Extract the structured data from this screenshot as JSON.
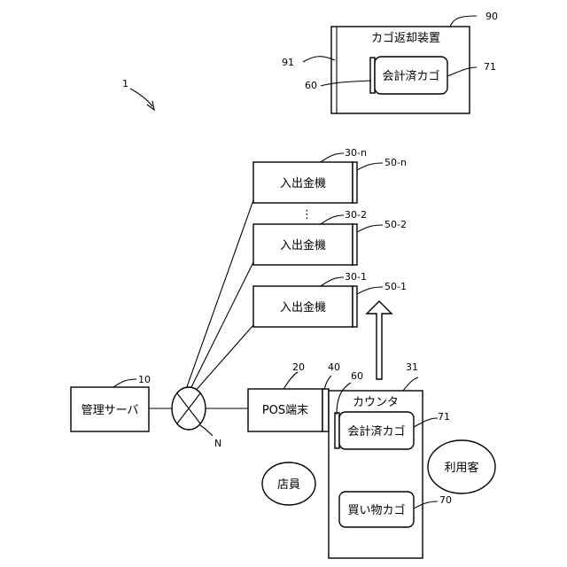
{
  "figure_number": "1",
  "return_device": {
    "ref": "90",
    "title": "カゴ返却装置",
    "side_ref": "91",
    "tag_ref": "60",
    "basket_label": "会計済カゴ",
    "basket_ref": "71"
  },
  "machines": [
    {
      "label": "入出金機",
      "ref": "30-n",
      "unit_ref": "50-n"
    },
    {
      "label": "入出金機",
      "ref": "30-2",
      "unit_ref": "50-2"
    },
    {
      "label": "入出金機",
      "ref": "30-1",
      "unit_ref": "50-1"
    }
  ],
  "ellipsis": "⋮",
  "server": {
    "label": "管理サーバ",
    "ref": "10"
  },
  "network": {
    "ref": "N"
  },
  "pos": {
    "label": "POS端末",
    "ref": "20"
  },
  "connector_ref": "40",
  "counter": {
    "title": "カウンタ",
    "ref": "31",
    "tag_ref": "60",
    "paid_basket": "会計済カゴ",
    "paid_basket_ref": "71",
    "shopping_basket": "買い物カゴ",
    "shopping_basket_ref": "70"
  },
  "clerk": "店員",
  "customer": "利用客"
}
